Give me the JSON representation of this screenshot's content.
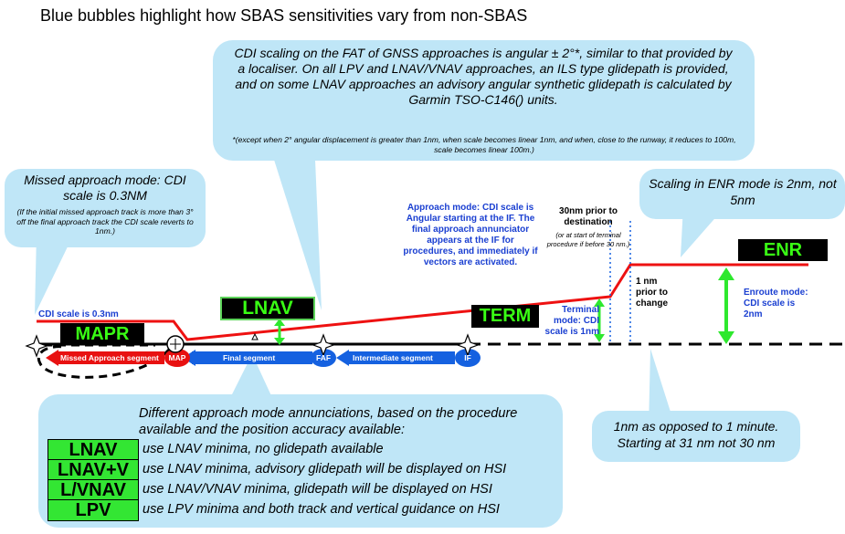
{
  "title": "Blue bubbles highlight how SBAS sensitivities vary from non-SBAS",
  "top_bubble": {
    "main": "CDI scaling on the FAT of GNSS approaches is angular ± 2°*, similar to that provided by a localiser. On all LPV and LNAV/VNAV approaches, an ILS type glidepath is provided, and on some LNAV approaches an advisory angular synthetic glidepath is calculated by Garmin TSO-C146() units.",
    "footnote": "*(except when 2° angular displacement is greater than 1nm, when scale becomes linear 1nm, and when, close to the runway, it reduces to 100m, scale becomes linear 100m.)"
  },
  "missed_bubble": {
    "title": "Missed approach mode: CDI scale is 0.3NM",
    "note": "(If the initial missed approach track is more than 3° off the final approach track the CDI scale reverts to 1nm.)"
  },
  "enr_bubble": {
    "text": "Scaling in ENR mode is 2nm, not 5nm"
  },
  "minute_bubble": {
    "text": "1nm as opposed to 1 minute. Starting at 31 nm not 30 nm"
  },
  "annunciators": {
    "mapr": "MAPR",
    "lnav": "LNAV",
    "term": "TERM",
    "enr": "ENR"
  },
  "labels": {
    "cdi_03": "CDI scale is 0.3nm",
    "approach_mode": "Approach mode: CDI scale is Angular starting at the IF. The final approach annunciator appears at the IF for procedures, and immediately if vectors are activated.",
    "prior30_title": "30nm prior to destination",
    "prior30_note": "(or at start of terminal procedure if before 30 nm.)",
    "terminal_mode": "Terminal mode: CDI scale is 1nm",
    "prior1": "1 nm prior to change",
    "enroute_mode": "Enroute mode: CDI scale is 2nm",
    "missed_segment": "Missed Approach segment",
    "final_segment": "Final segment",
    "intermediate_segment": "Intermediate segment"
  },
  "waypoints": {
    "map": "MAP",
    "faf": "FAF",
    "if": "IF"
  },
  "legend": {
    "intro": "Different approach mode annunciations, based on the procedure available and the position accuracy available:",
    "items": [
      {
        "badge": "LNAV",
        "text": "use LNAV minima, no glidepath available"
      },
      {
        "badge": "LNAV+V",
        "text": "use LNAV minima, advisory glidepath will be displayed on HSI"
      },
      {
        "badge": "L/VNAV",
        "text": "use LNAV/VNAV minima, glidepath will be displayed on HSI"
      },
      {
        "badge": "LPV",
        "text": "use LPV minima and both track and vertical guidance on HSI"
      }
    ]
  },
  "colors": {
    "bubble": "#bfe6f7",
    "cdi_line": "#ee1111",
    "arrow_blue": "#1561e0",
    "annunciator_green": "#39ff14",
    "legend_green": "#33e633"
  }
}
